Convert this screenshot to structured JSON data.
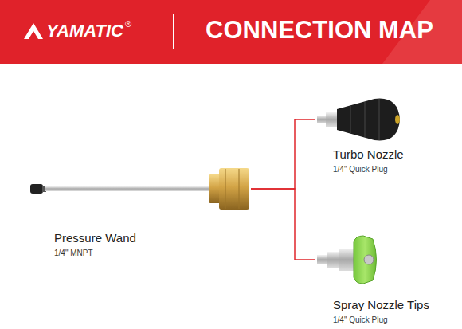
{
  "diagram": {
    "title": "CONNECTION MAP",
    "nodes": [
      {
        "text": [
          "Pressure Wand",
          "1/4\" MNPT"
        ]
      },
      {
        "text": [
          "Turbo Nozzle",
          "1/4\" Quick Plug"
        ]
      },
      {
        "text": [
          "Spray Nozzle Tips",
          "1/4\" Quick Plug"
        ]
      }
    ],
    "edges": [
      {
        "from": 0,
        "to": 1,
        "arrow": "none"
      },
      {
        "from": 0,
        "to": 2,
        "arrow": "none"
      }
    ],
    "labels": [
      "YAMATIC",
      "®"
    ]
  }
}
